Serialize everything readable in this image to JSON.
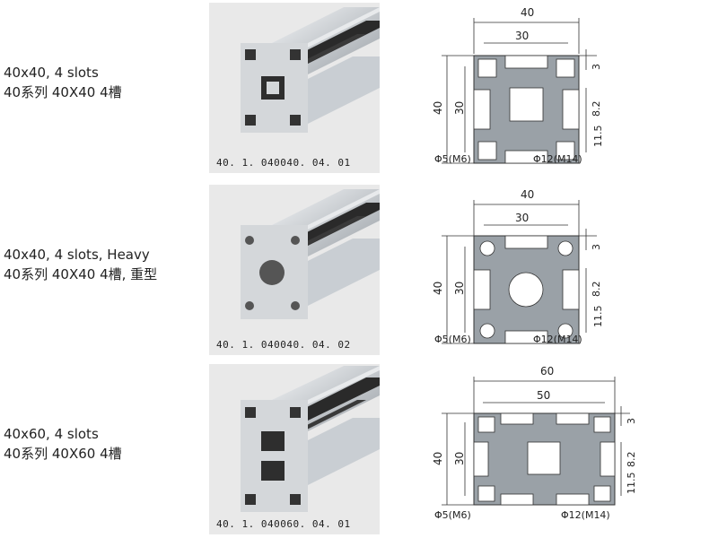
{
  "profiles": [
    {
      "title": "40x40, 4 slots",
      "subtitle": "40系列 40X40 4槽",
      "part_code": "40. 1. 040040. 04. 01",
      "dims": {
        "width": "40",
        "inner_width": "30",
        "height": "40",
        "inner_height": "30",
        "slot_depth": "3",
        "slot_open": "8.2",
        "slot_head": "11.5",
        "hole_small": "Φ5(M6)",
        "hole_center": "Φ12(M14)"
      }
    },
    {
      "title": "40x40, 4 slots, Heavy",
      "subtitle": "40系列 40X40 4槽, 重型",
      "part_code": "40. 1. 040040. 04. 02",
      "dims": {
        "width": "40",
        "inner_width": "30",
        "height": "40",
        "inner_height": "30",
        "slot_depth": "3",
        "slot_open": "8.2",
        "slot_head": "11.5",
        "hole_small": "Φ5(M6)",
        "hole_center": "Φ12(M14)"
      }
    },
    {
      "title": "40x60, 4 slots",
      "subtitle": "40系列 40X60 4槽",
      "part_code": "40. 1. 040060. 04. 01",
      "dims": {
        "width": "60",
        "inner_width": "50",
        "height": "40",
        "inner_height": "30",
        "slot_depth": "3",
        "slot_open": "8.2",
        "slot_head": "11.5",
        "hole_small": "Φ5(M6)",
        "hole_center": "Φ12(M14)"
      }
    }
  ]
}
